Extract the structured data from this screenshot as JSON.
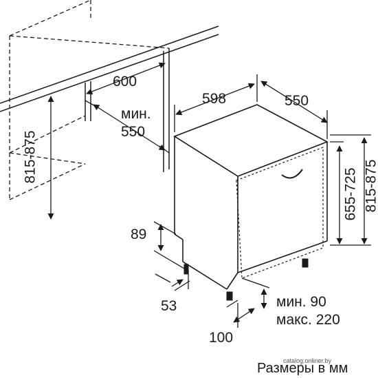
{
  "dimensions": {
    "niche_width": "600",
    "niche_depth_label": "мин.",
    "niche_depth_value": "550",
    "niche_height": "815-875",
    "appliance_width": "598",
    "appliance_depth": "550",
    "door_height": "655-725",
    "appliance_height": "815-875",
    "plinth_height": "89",
    "foot_offset": "53",
    "plinth_depth": "100",
    "plinth_min": "мин. 90",
    "plinth_max": "макс. 220"
  },
  "caption": "Размеры в мм",
  "watermark": "catalog.onliner.by",
  "colors": {
    "line": "#1a1a1a",
    "background": "#ffffff"
  }
}
